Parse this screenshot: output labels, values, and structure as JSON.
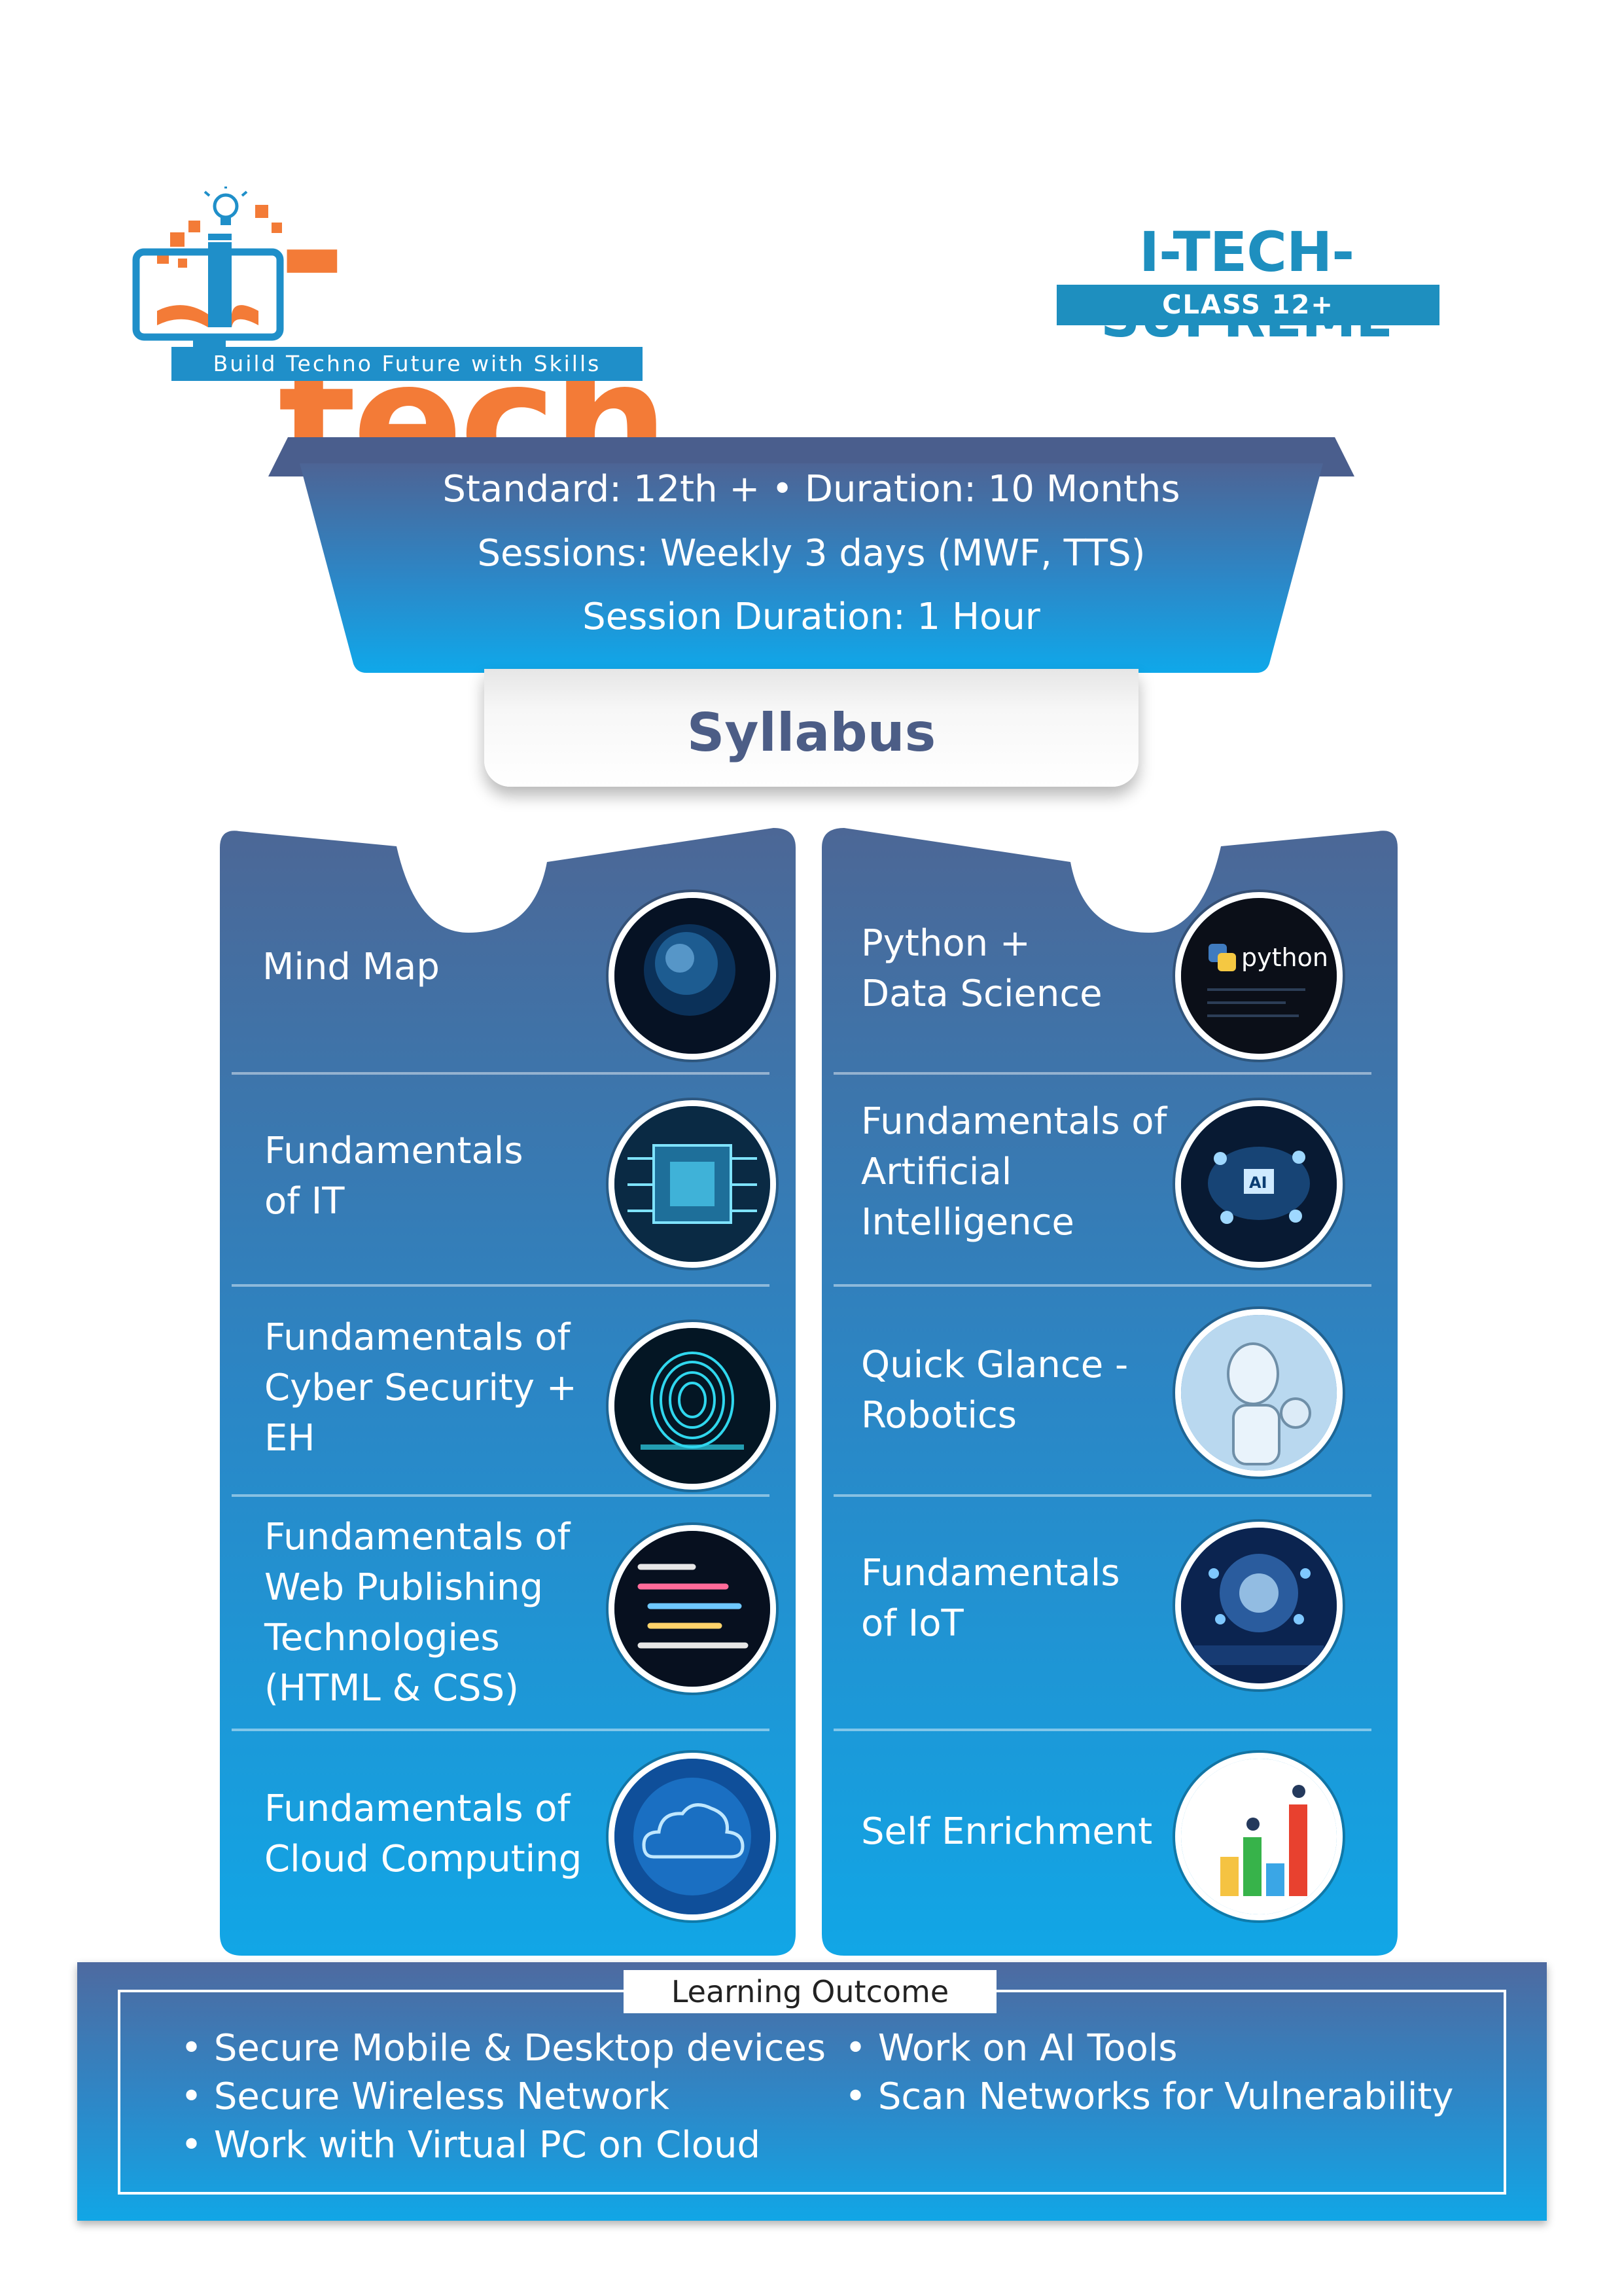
{
  "brand": {
    "logo_word": "-tech",
    "tagline": "Build Techno Future with Skills"
  },
  "program": {
    "title": "I-TECH-SUPREME",
    "class_label": "CLASS 12+"
  },
  "info": {
    "line1": "Standard: 12th + • Duration: 10 Months",
    "line2": "Sessions: Weekly 3 days (MWF, TTS)",
    "line3": "Session Duration: 1 Hour"
  },
  "syllabus_title": "Syllabus",
  "syllabus_left": [
    {
      "lines": [
        "Mind Map"
      ],
      "icon": "mind-map-icon"
    },
    {
      "lines": [
        "Fundamentals",
        "of IT"
      ],
      "icon": "circuit-chip-icon"
    },
    {
      "lines": [
        "Fundamentals of",
        "Cyber Security +",
        "EH"
      ],
      "icon": "fingerprint-icon"
    },
    {
      "lines": [
        "Fundamentals of",
        "Web Publishing",
        "Technologies",
        "(HTML & CSS)"
      ],
      "icon": "code-icon"
    },
    {
      "lines": [
        "Fundamentals of",
        "Cloud Computing"
      ],
      "icon": "cloud-icon"
    }
  ],
  "syllabus_right": [
    {
      "lines": [
        "Python +",
        "Data Science"
      ],
      "icon": "python-icon",
      "icon_text": "python"
    },
    {
      "lines": [
        "Fundamentals of",
        "Artificial",
        "Intelligence"
      ],
      "icon": "ai-brain-icon",
      "icon_text": "AI"
    },
    {
      "lines": [
        "Quick Glance -",
        "Robotics"
      ],
      "icon": "robot-icon"
    },
    {
      "lines": [
        "Fundamentals",
        "of IoT"
      ],
      "icon": "iot-network-icon"
    },
    {
      "lines": [
        "Self Enrichment"
      ],
      "icon": "growth-chart-icon"
    }
  ],
  "learning_outcome": {
    "title": "Learning Outcome",
    "left": [
      "• Secure Mobile & Desktop devices",
      "• Secure Wireless Network",
      "• Work with Virtual PC on Cloud"
    ],
    "right": [
      "• Work on AI Tools",
      "• Scan Networks for Vulnerability"
    ]
  },
  "colors": {
    "brand_orange": "#f37b37",
    "brand_blue": "#1f8fc9",
    "panel_top": "#4c6796",
    "panel_bottom": "#11a6e6"
  }
}
